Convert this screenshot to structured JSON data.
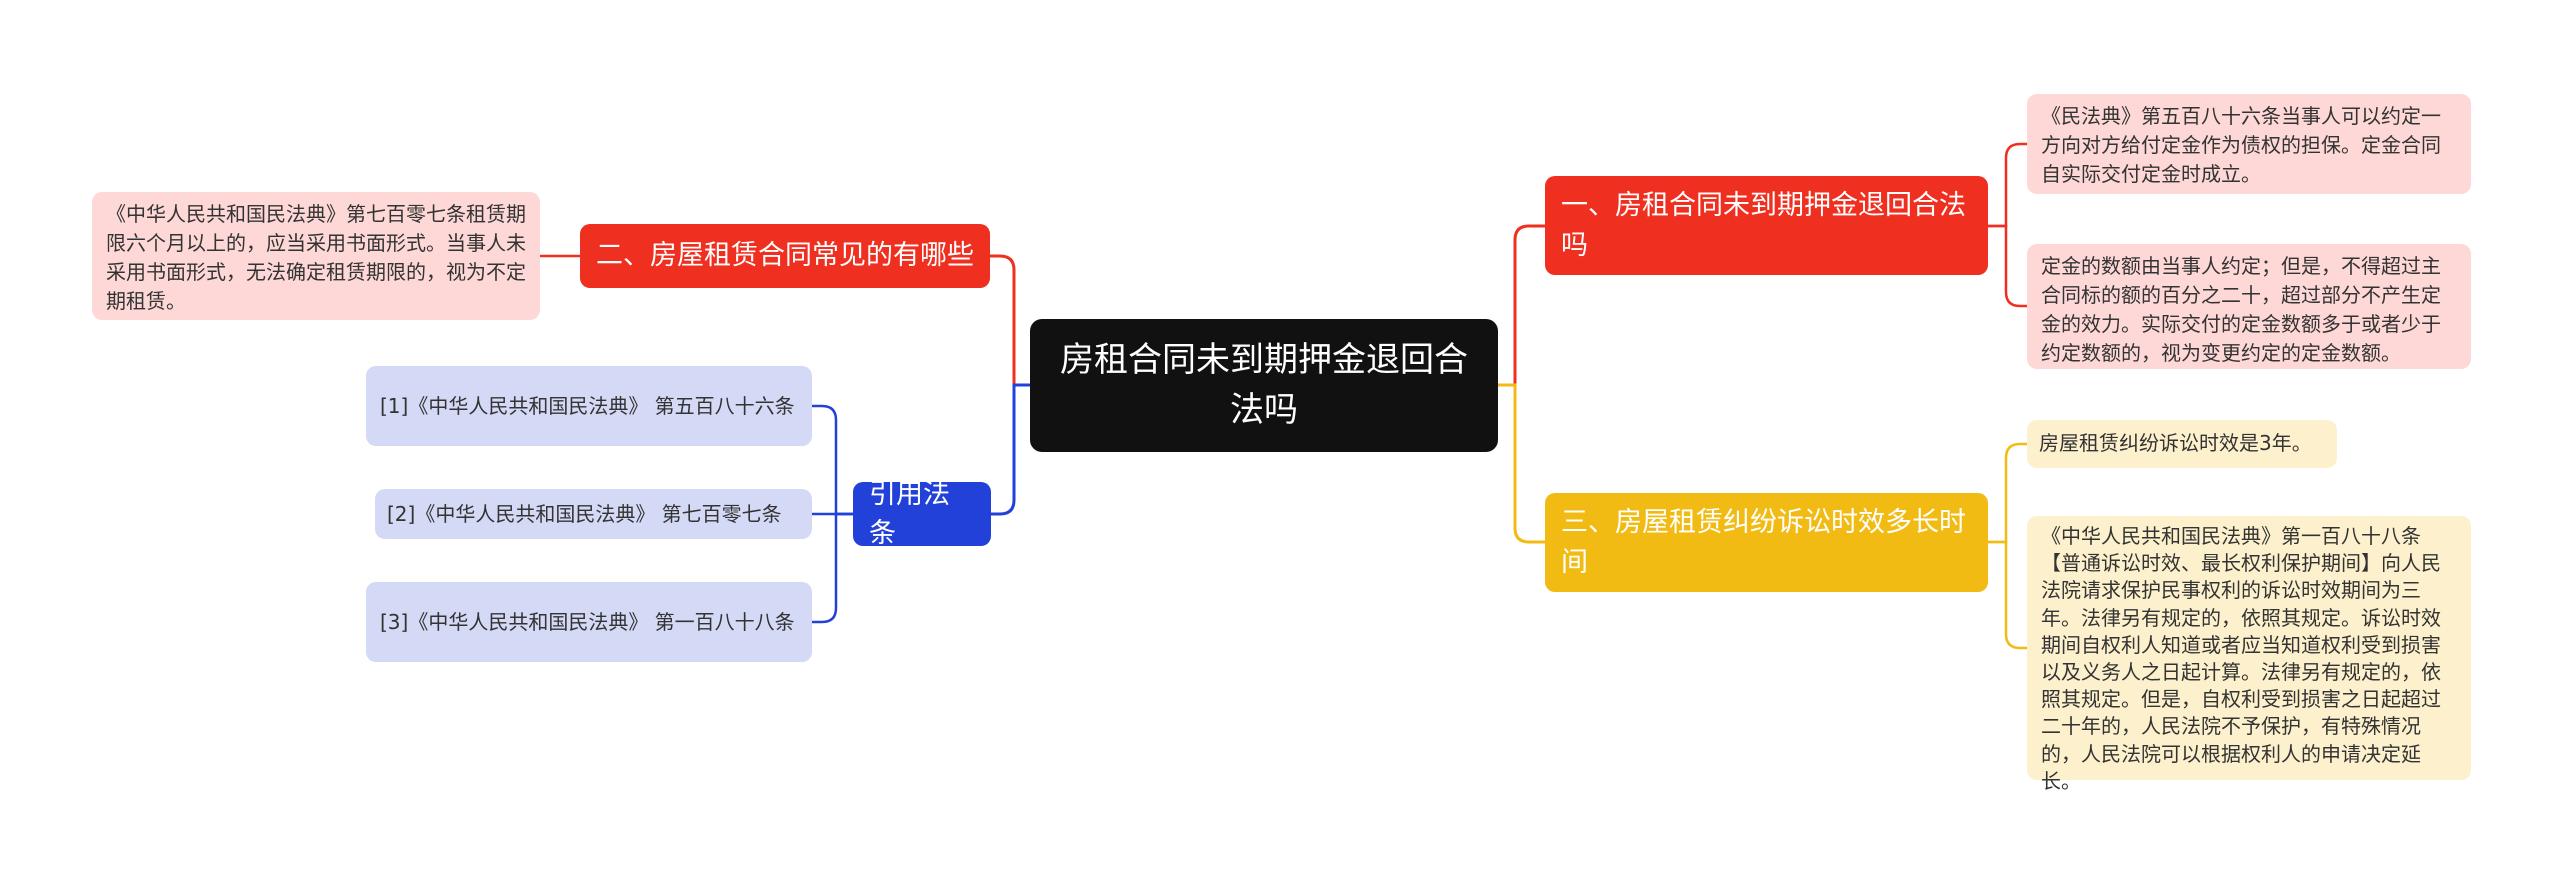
{
  "root": {
    "title": "房租合同未到期押金退回合法吗"
  },
  "branches": {
    "b1": {
      "title": "一、房租合同未到期押金退回合法吗",
      "color": "#ef2f1f",
      "leaves": [
        "《民法典》第五百八十六条当事人可以约定一方向对方给付定金作为债权的担保。定金合同自实际交付定金时成立。",
        "定金的数额由当事人约定；但是，不得超过主合同标的额的百分之二十，超过部分不产生定金的效力。实际交付的定金数额多于或者少于约定数额的，视为变更约定的定金数额。"
      ]
    },
    "b2": {
      "title": "二、房屋租赁合同常见的有哪些",
      "color": "#ef2f1f",
      "leaves": [
        "《中华人民共和国民法典》第七百零七条租赁期限六个月以上的，应当采用书面形式。当事人未采用书面形式，无法确定租赁期限的，视为不定期租赁。"
      ]
    },
    "b3": {
      "title": "三、房屋租赁纠纷诉讼时效多长时间",
      "color": "#f2bb14",
      "leaves": [
        "房屋租赁纠纷诉讼时效是3年。",
        "《中华人民共和国民法典》第一百八十八条【普通诉讼时效、最长权利保护期间】向人民法院请求保护民事权利的诉讼时效期间为三年。法律另有规定的，依照其规定。诉讼时效期间自权利人知道或者应当知道权利受到损害以及义务人之日起计算。法律另有规定的，依照其规定。但是，自权利受到损害之日起超过二十年的，人民法院不予保护，有特殊情况的，人民法院可以根据权利人的申请决定延长。"
      ]
    },
    "b4": {
      "title": "引用法条",
      "color": "#2141d8",
      "leaves": [
        "[1]《中华人民共和国民法典》 第五百八十六条",
        "[2]《中华人民共和国民法典》 第七百零七条",
        "[3]《中华人民共和国民法典》 第一百八十八条"
      ]
    }
  }
}
